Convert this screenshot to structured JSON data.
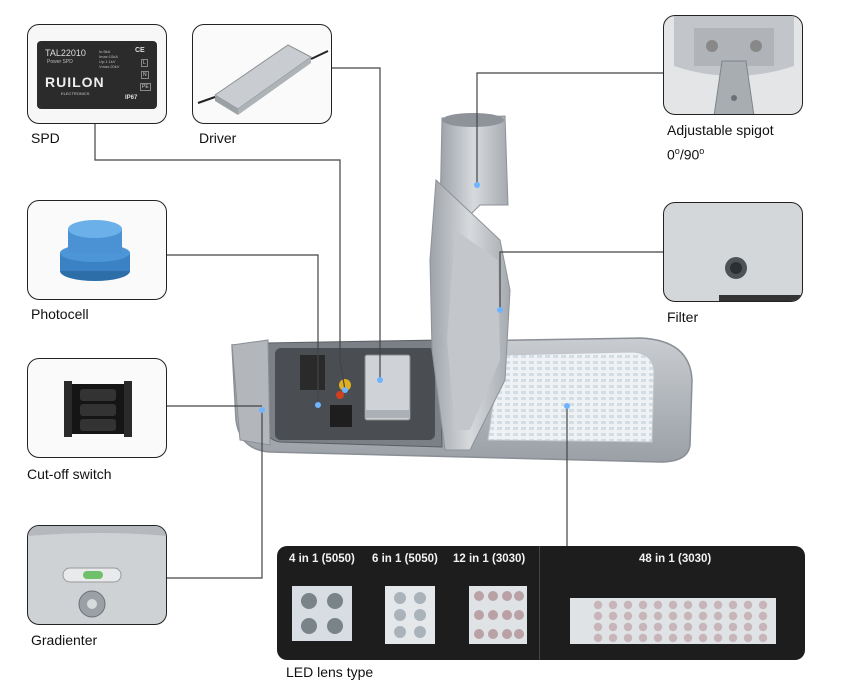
{
  "components": {
    "spd": {
      "label": "SPD"
    },
    "driver": {
      "label": "Driver"
    },
    "photocell": {
      "label": "Photocell"
    },
    "cutoff": {
      "label": "Cut-off switch"
    },
    "gradienter": {
      "label": "Gradienter"
    },
    "spigot": {
      "label": "Adjustable spigot",
      "angle_a": "0",
      "angle_b": "/90",
      "degree_mark": "o"
    },
    "filter": {
      "label": "Filter"
    }
  },
  "spd_module": {
    "model": "TAL22010",
    "subtitle": "Power SPD",
    "brand": "RUILON",
    "brand_sub": "ELECTRONICS",
    "rating": "IP67",
    "specs": [
      "In:5kA",
      "Imax:10kA",
      "Up:1.1kV",
      "Vmax:20kV"
    ],
    "terminals": [
      "L",
      "N",
      "PE"
    ]
  },
  "lens_types": {
    "caption": "LED lens type",
    "items": [
      {
        "title": "4 in 1 (5050)"
      },
      {
        "title": "6 in 1 (5050)"
      },
      {
        "title": "12 in 1 (3030)"
      },
      {
        "title": "48 in 1 (3030)"
      }
    ]
  },
  "colors": {
    "border": "#222222",
    "panel": "#1d1d1d",
    "housing": "#b8bcc1",
    "ce_mark": "CE"
  }
}
